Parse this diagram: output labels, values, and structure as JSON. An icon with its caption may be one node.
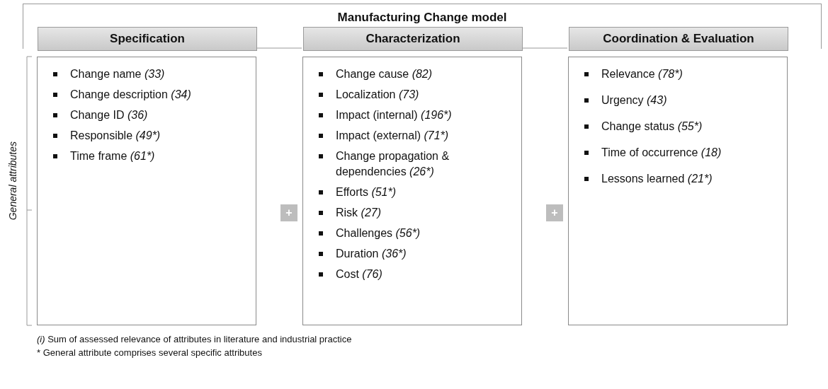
{
  "diagram": {
    "nodes": [
      {
        "text": [
          "Manufacturing Change model"
        ]
      },
      {
        "text": [
          "Specification"
        ],
        "in": 0
      },
      {
        "text": [
          "Characterization"
        ],
        "in": 0
      },
      {
        "text": [
          "Coordination & Evaluation"
        ],
        "in": 0
      },
      {
        "text": [
          "Change name (33)",
          "Change description (34)",
          "Change ID (36)",
          "Responsible (49*)",
          "Time frame (61*)"
        ]
      },
      {
        "text": [
          "+"
        ]
      },
      {
        "text": [
          "Change cause (82)",
          "Localization (73)",
          "Impact (internal) (196*)",
          "Impact (external) (71*)",
          "Change propagation & dependencies (26*)",
          "Efforts (51*)",
          "Risk (27)",
          "Challenges (56*)",
          "Duration (36*)",
          "Cost (76)"
        ]
      },
      {
        "text": [
          "+"
        ]
      },
      {
        "text": [
          "Relevance (78*)",
          "Urgency (43)",
          "Change status (55*)",
          "Time of occurrence (18)",
          "Lessons learned (21*)"
        ]
      }
    ],
    "labels": [
      "General attributes",
      "*(i)* Sum of assessed relevance of attributes in literature and industrial practice",
      "* General attribute comprises several specific attributes"
    ]
  }
}
